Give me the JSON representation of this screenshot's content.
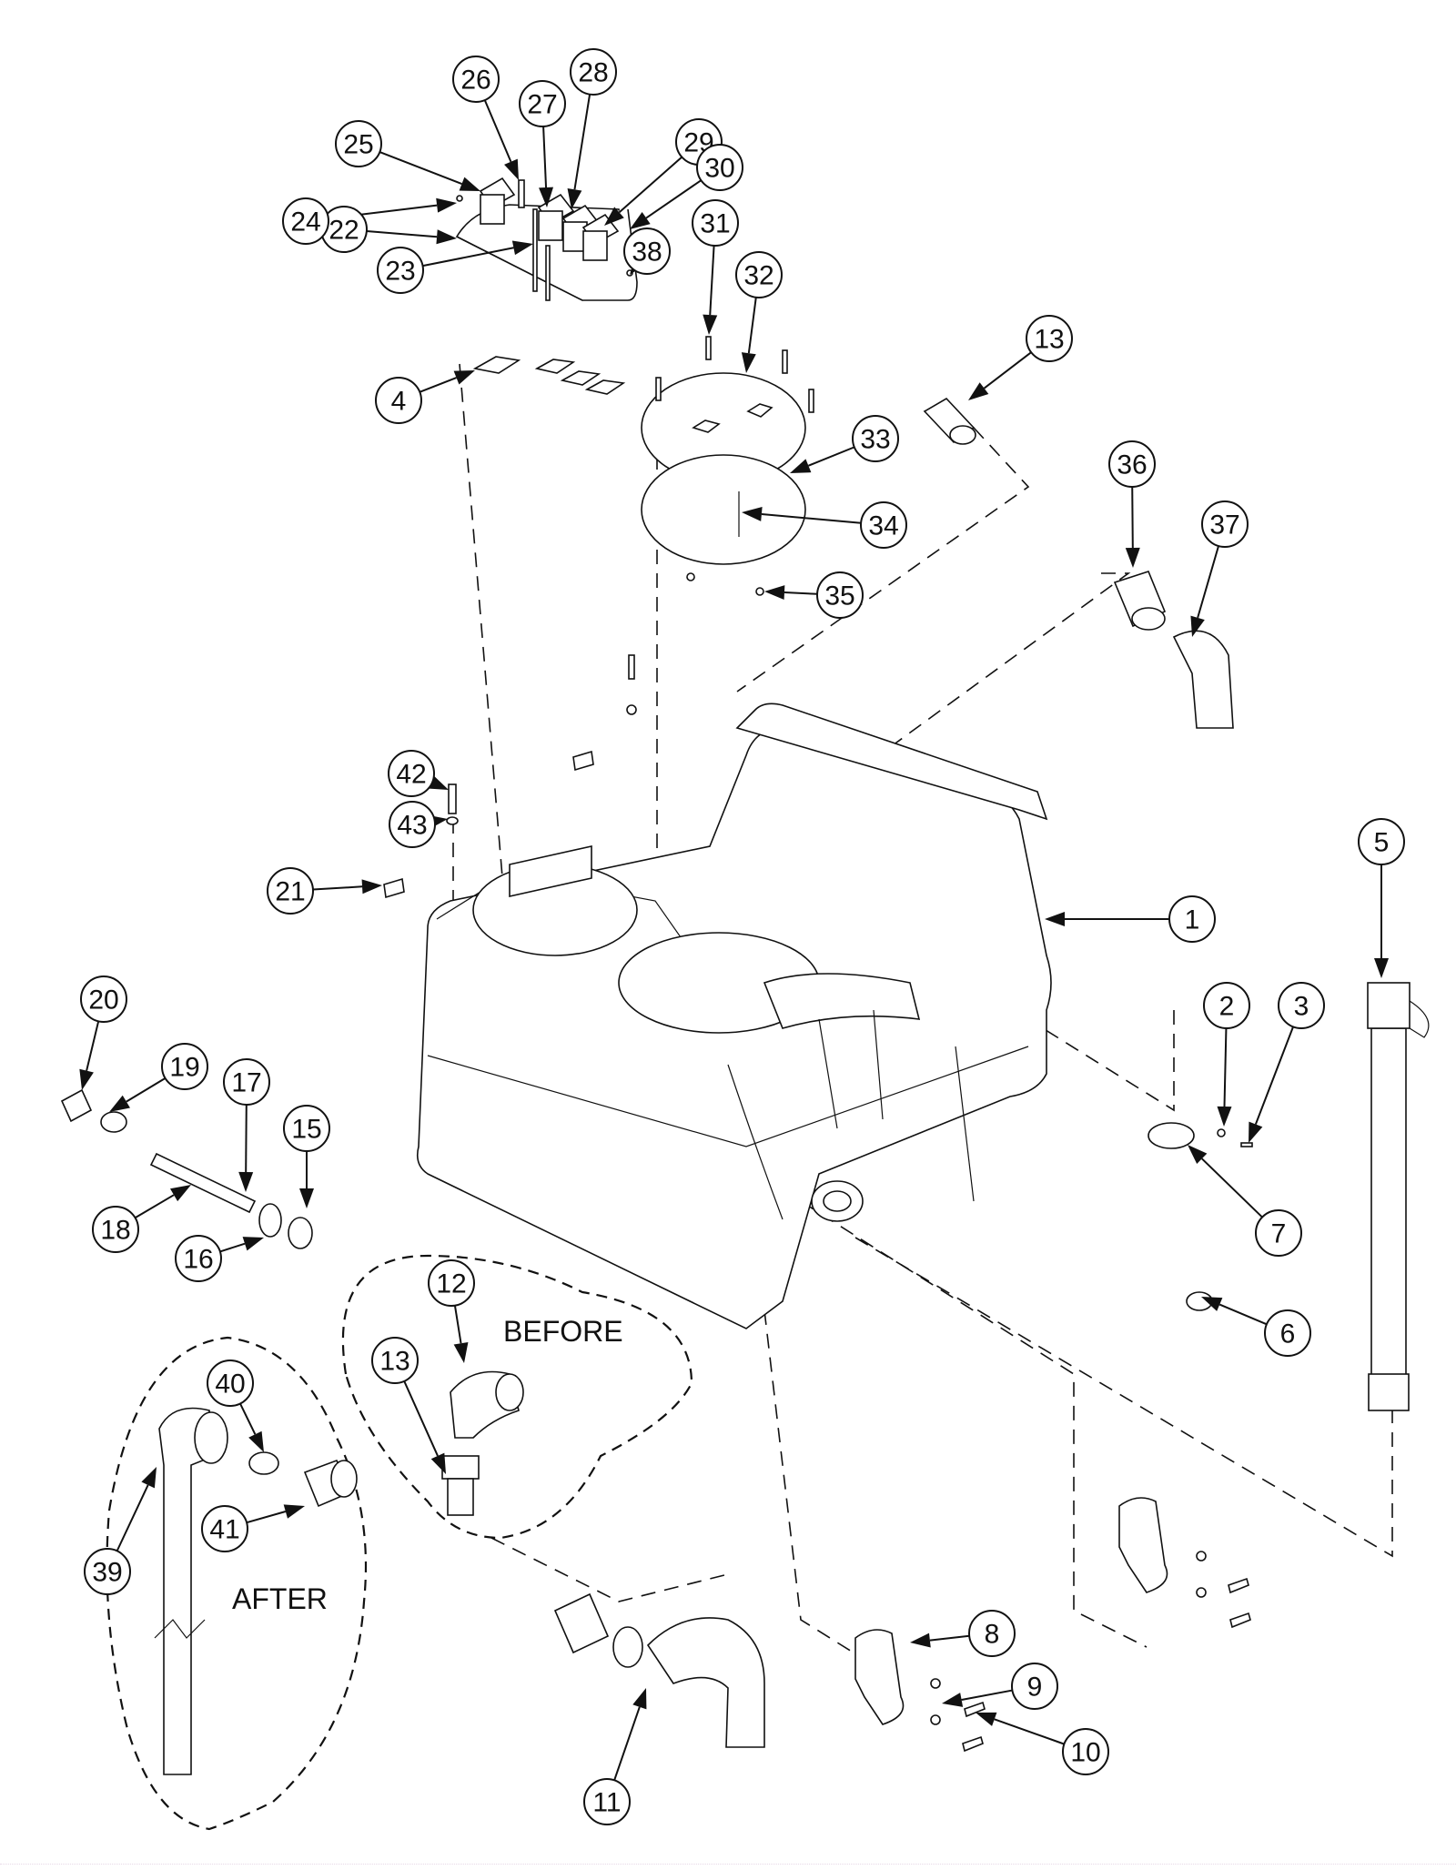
{
  "diagram": {
    "title": "Tank assembly exploded parts view",
    "region_labels": {
      "before": "BEFORE",
      "after": "AFTER"
    },
    "callouts": [
      {
        "id": "1",
        "label": "1"
      },
      {
        "id": "2",
        "label": "2"
      },
      {
        "id": "3",
        "label": "3"
      },
      {
        "id": "4",
        "label": "4"
      },
      {
        "id": "5",
        "label": "5"
      },
      {
        "id": "6",
        "label": "6"
      },
      {
        "id": "7",
        "label": "7"
      },
      {
        "id": "8",
        "label": "8"
      },
      {
        "id": "9",
        "label": "9"
      },
      {
        "id": "10",
        "label": "10"
      },
      {
        "id": "11",
        "label": "11"
      },
      {
        "id": "12",
        "label": "12"
      },
      {
        "id": "13a",
        "label": "13"
      },
      {
        "id": "13b",
        "label": "13"
      },
      {
        "id": "15",
        "label": "15"
      },
      {
        "id": "16",
        "label": "16"
      },
      {
        "id": "17",
        "label": "17"
      },
      {
        "id": "18",
        "label": "18"
      },
      {
        "id": "19",
        "label": "19"
      },
      {
        "id": "20",
        "label": "20"
      },
      {
        "id": "21",
        "label": "21"
      },
      {
        "id": "22",
        "label": "22"
      },
      {
        "id": "23",
        "label": "23"
      },
      {
        "id": "24",
        "label": "24"
      },
      {
        "id": "25",
        "label": "25"
      },
      {
        "id": "26",
        "label": "26"
      },
      {
        "id": "27",
        "label": "27"
      },
      {
        "id": "28",
        "label": "28"
      },
      {
        "id": "29",
        "label": "29"
      },
      {
        "id": "30",
        "label": "30"
      },
      {
        "id": "31",
        "label": "31"
      },
      {
        "id": "32",
        "label": "32"
      },
      {
        "id": "33",
        "label": "33"
      },
      {
        "id": "34",
        "label": "34"
      },
      {
        "id": "35",
        "label": "35"
      },
      {
        "id": "36",
        "label": "36"
      },
      {
        "id": "37",
        "label": "37"
      },
      {
        "id": "38",
        "label": "38"
      },
      {
        "id": "39",
        "label": "39"
      },
      {
        "id": "40",
        "label": "40"
      },
      {
        "id": "41",
        "label": "41"
      },
      {
        "id": "42",
        "label": "42"
      },
      {
        "id": "43",
        "label": "43"
      }
    ]
  }
}
